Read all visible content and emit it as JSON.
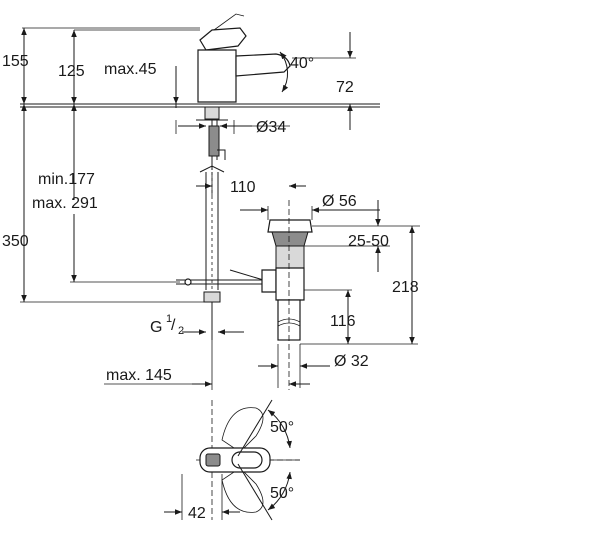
{
  "drawing": {
    "dims": {
      "d155": "155",
      "d125": "125",
      "max45": "max.45",
      "d40": "40°",
      "d72": "72",
      "d34": "Ø34",
      "min177": "min.177",
      "max291": "max. 291",
      "d350": "350",
      "d110": "110",
      "d56": "Ø 56",
      "d2550": "25-50",
      "d218": "218",
      "g_base": "G",
      "g_num": "1",
      "g_den": "2",
      "d116": "116",
      "d32": "Ø 32",
      "max145": "max. 145",
      "top50": "50°",
      "bot50": "50°",
      "d42": "42"
    }
  }
}
